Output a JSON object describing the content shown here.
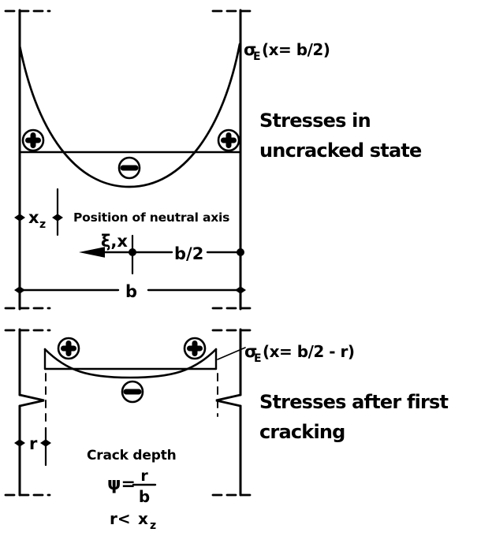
{
  "colors": {
    "ink": "#000000",
    "paper": "#ffffff"
  },
  "top_diagram": {
    "stress_label": {
      "sigma": "σ",
      "subscript": "E",
      "argument": "(x= b/2)"
    },
    "caption": {
      "line1": "Stresses in",
      "line2": "uncracked state"
    },
    "neutral_axis_note": "Position of neutral axis",
    "neutral_axis_depth": {
      "base": "x",
      "subscript": "z"
    },
    "coordinate_axis_label": "ξ,x",
    "half_width_label": "b/2",
    "width_label": "b",
    "positive_zone_symbol": "+",
    "negative_zone_symbol": "−"
  },
  "bottom_diagram": {
    "stress_label": {
      "sigma": "σ",
      "subscript": "E",
      "argument": "(x= b/2 - r)"
    },
    "caption": {
      "line1": "Stresses after first",
      "line2": "cracking"
    },
    "crack_depth_note": "Crack depth",
    "crack_depth_dim_label": "r",
    "crack_ratio_formula": {
      "lhs": "ψ=",
      "numerator": "r",
      "denominator": "b"
    },
    "condition": {
      "prefix": "r<",
      "base": "x",
      "subscript": "z"
    },
    "positive_zone_symbol": "+",
    "negative_zone_symbol": "−"
  }
}
